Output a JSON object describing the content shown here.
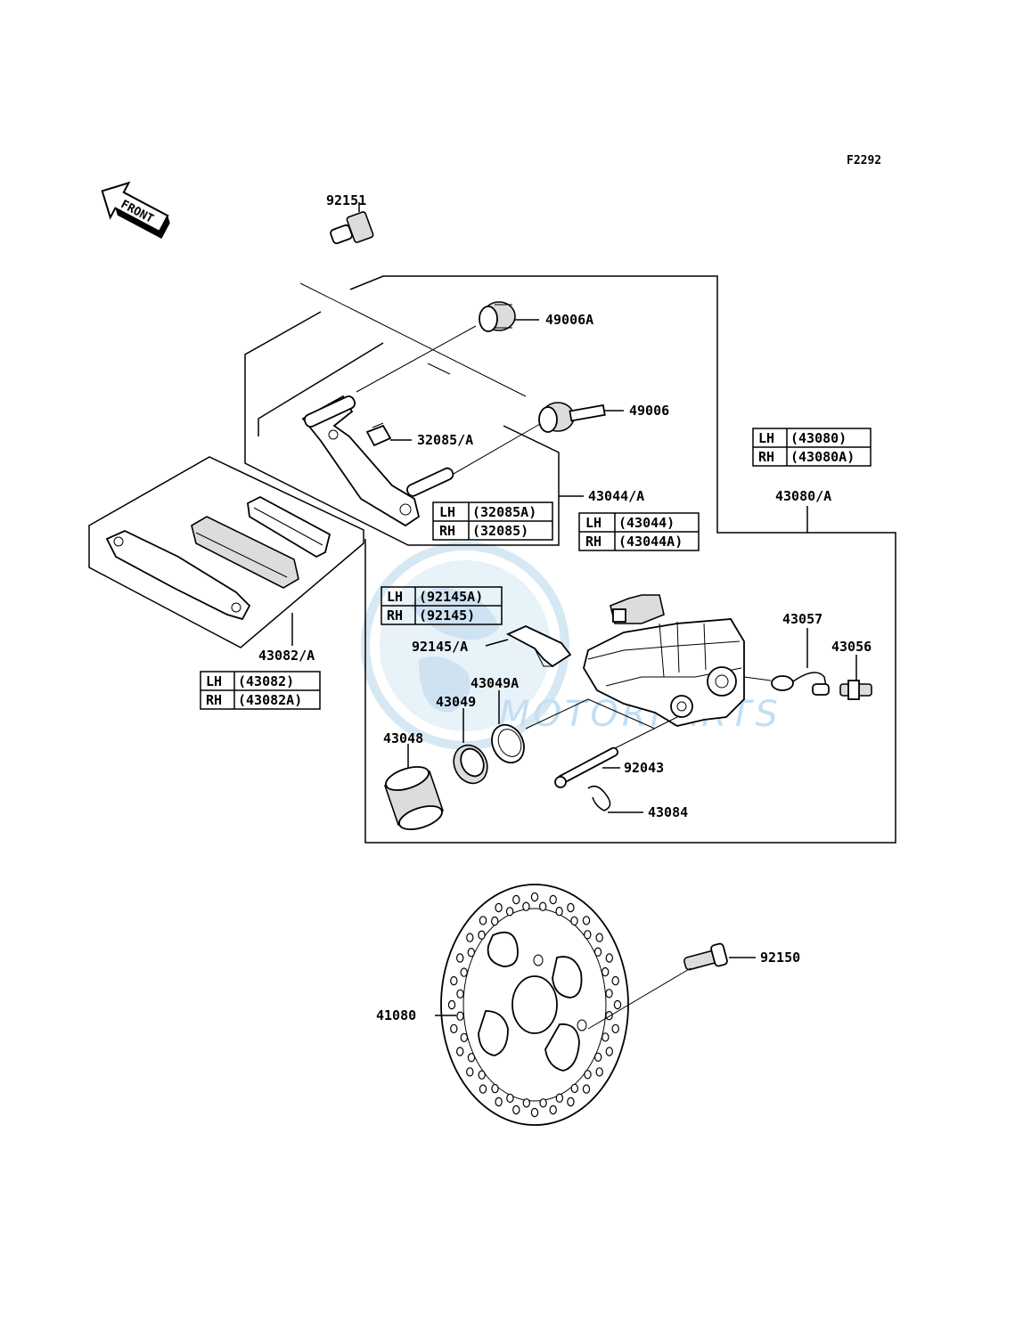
{
  "figure_id": "F2292",
  "front_marker": "FRONT",
  "watermark": {
    "brand": "MOTORPARTS",
    "color": "#b9d9ef"
  },
  "parts": {
    "p92151": "92151",
    "p49006A": "49006A",
    "p49006": "49006",
    "p32085A": "32085/A",
    "p43044A": "43044/A",
    "p43080A": "43080/A",
    "p43082A": "43082/A",
    "p92145A": "92145/A",
    "p43057": "43057",
    "p43056": "43056",
    "p43049A": "43049A",
    "p43049": "43049",
    "p43048": "43048",
    "p92043": "92043",
    "p43084": "43084",
    "p92150": "92150",
    "p41080": "41080"
  },
  "tables": {
    "t43080": {
      "lh": "LH",
      "lh_val": "(43080)",
      "rh": "RH",
      "rh_val": "(43080A)"
    },
    "t32085": {
      "lh": "LH",
      "lh_val": "(32085A)",
      "rh": "RH",
      "rh_val": "(32085)"
    },
    "t43044": {
      "lh": "LH",
      "lh_val": "(43044)",
      "rh": "RH",
      "rh_val": "(43044A)"
    },
    "t92145": {
      "lh": "LH",
      "lh_val": "(92145A)",
      "rh": "RH",
      "rh_val": "(92145)"
    },
    "t43082": {
      "lh": "LH",
      "lh_val": "(43082)",
      "rh": "RH",
      "rh_val": "(43082A)"
    }
  }
}
